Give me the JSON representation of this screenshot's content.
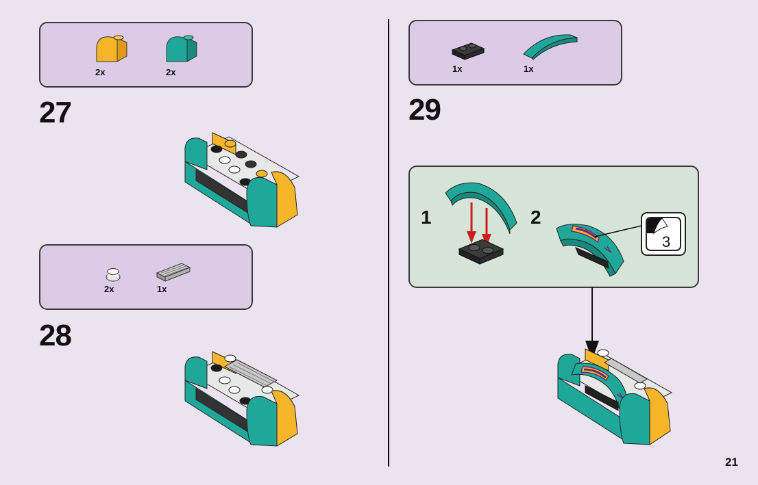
{
  "step27": {
    "number": "27",
    "parts": [
      {
        "qty": "2x",
        "icon": "orange-curved-slope-brick"
      },
      {
        "qty": "2x",
        "icon": "teal-curved-slope-brick"
      }
    ]
  },
  "step28": {
    "number": "28",
    "parts": [
      {
        "qty": "2x",
        "icon": "white-round-stud"
      },
      {
        "qty": "1x",
        "icon": "grey-grille-tile"
      }
    ]
  },
  "step29": {
    "number": "29",
    "parts": [
      {
        "qty": "1x",
        "icon": "black-plate-1x2"
      },
      {
        "qty": "1x",
        "icon": "teal-curved-arch"
      }
    ],
    "substeps": [
      "1",
      "2"
    ],
    "sticker": "3"
  },
  "page": {
    "number": "21"
  },
  "colors": {
    "background": "#ece3f1",
    "parts_box": "#dccbe6",
    "callout_box": "#d6e5d8",
    "teal": "#1fa89a",
    "orange": "#f7b52a",
    "arrow_red": "#cc2020"
  }
}
